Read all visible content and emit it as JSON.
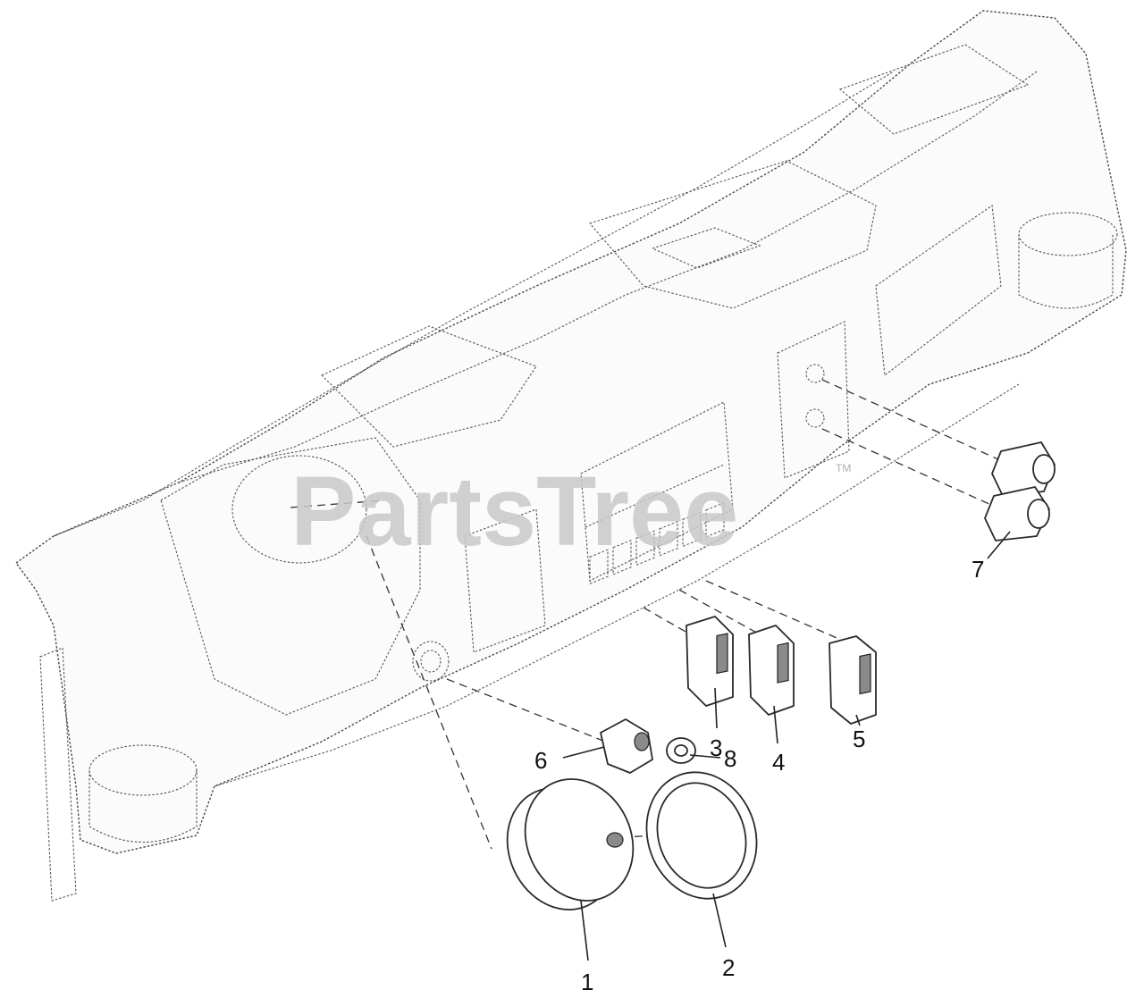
{
  "watermark": {
    "text": "PartsTree",
    "trademark": "TM"
  },
  "callouts": [
    {
      "id": "1",
      "label": "1"
    },
    {
      "id": "2",
      "label": "2"
    },
    {
      "id": "3",
      "label": "3"
    },
    {
      "id": "4",
      "label": "4"
    },
    {
      "id": "5",
      "label": "5"
    },
    {
      "id": "6",
      "label": "6"
    },
    {
      "id": "7",
      "label": "7"
    },
    {
      "id": "8",
      "label": "8"
    }
  ]
}
